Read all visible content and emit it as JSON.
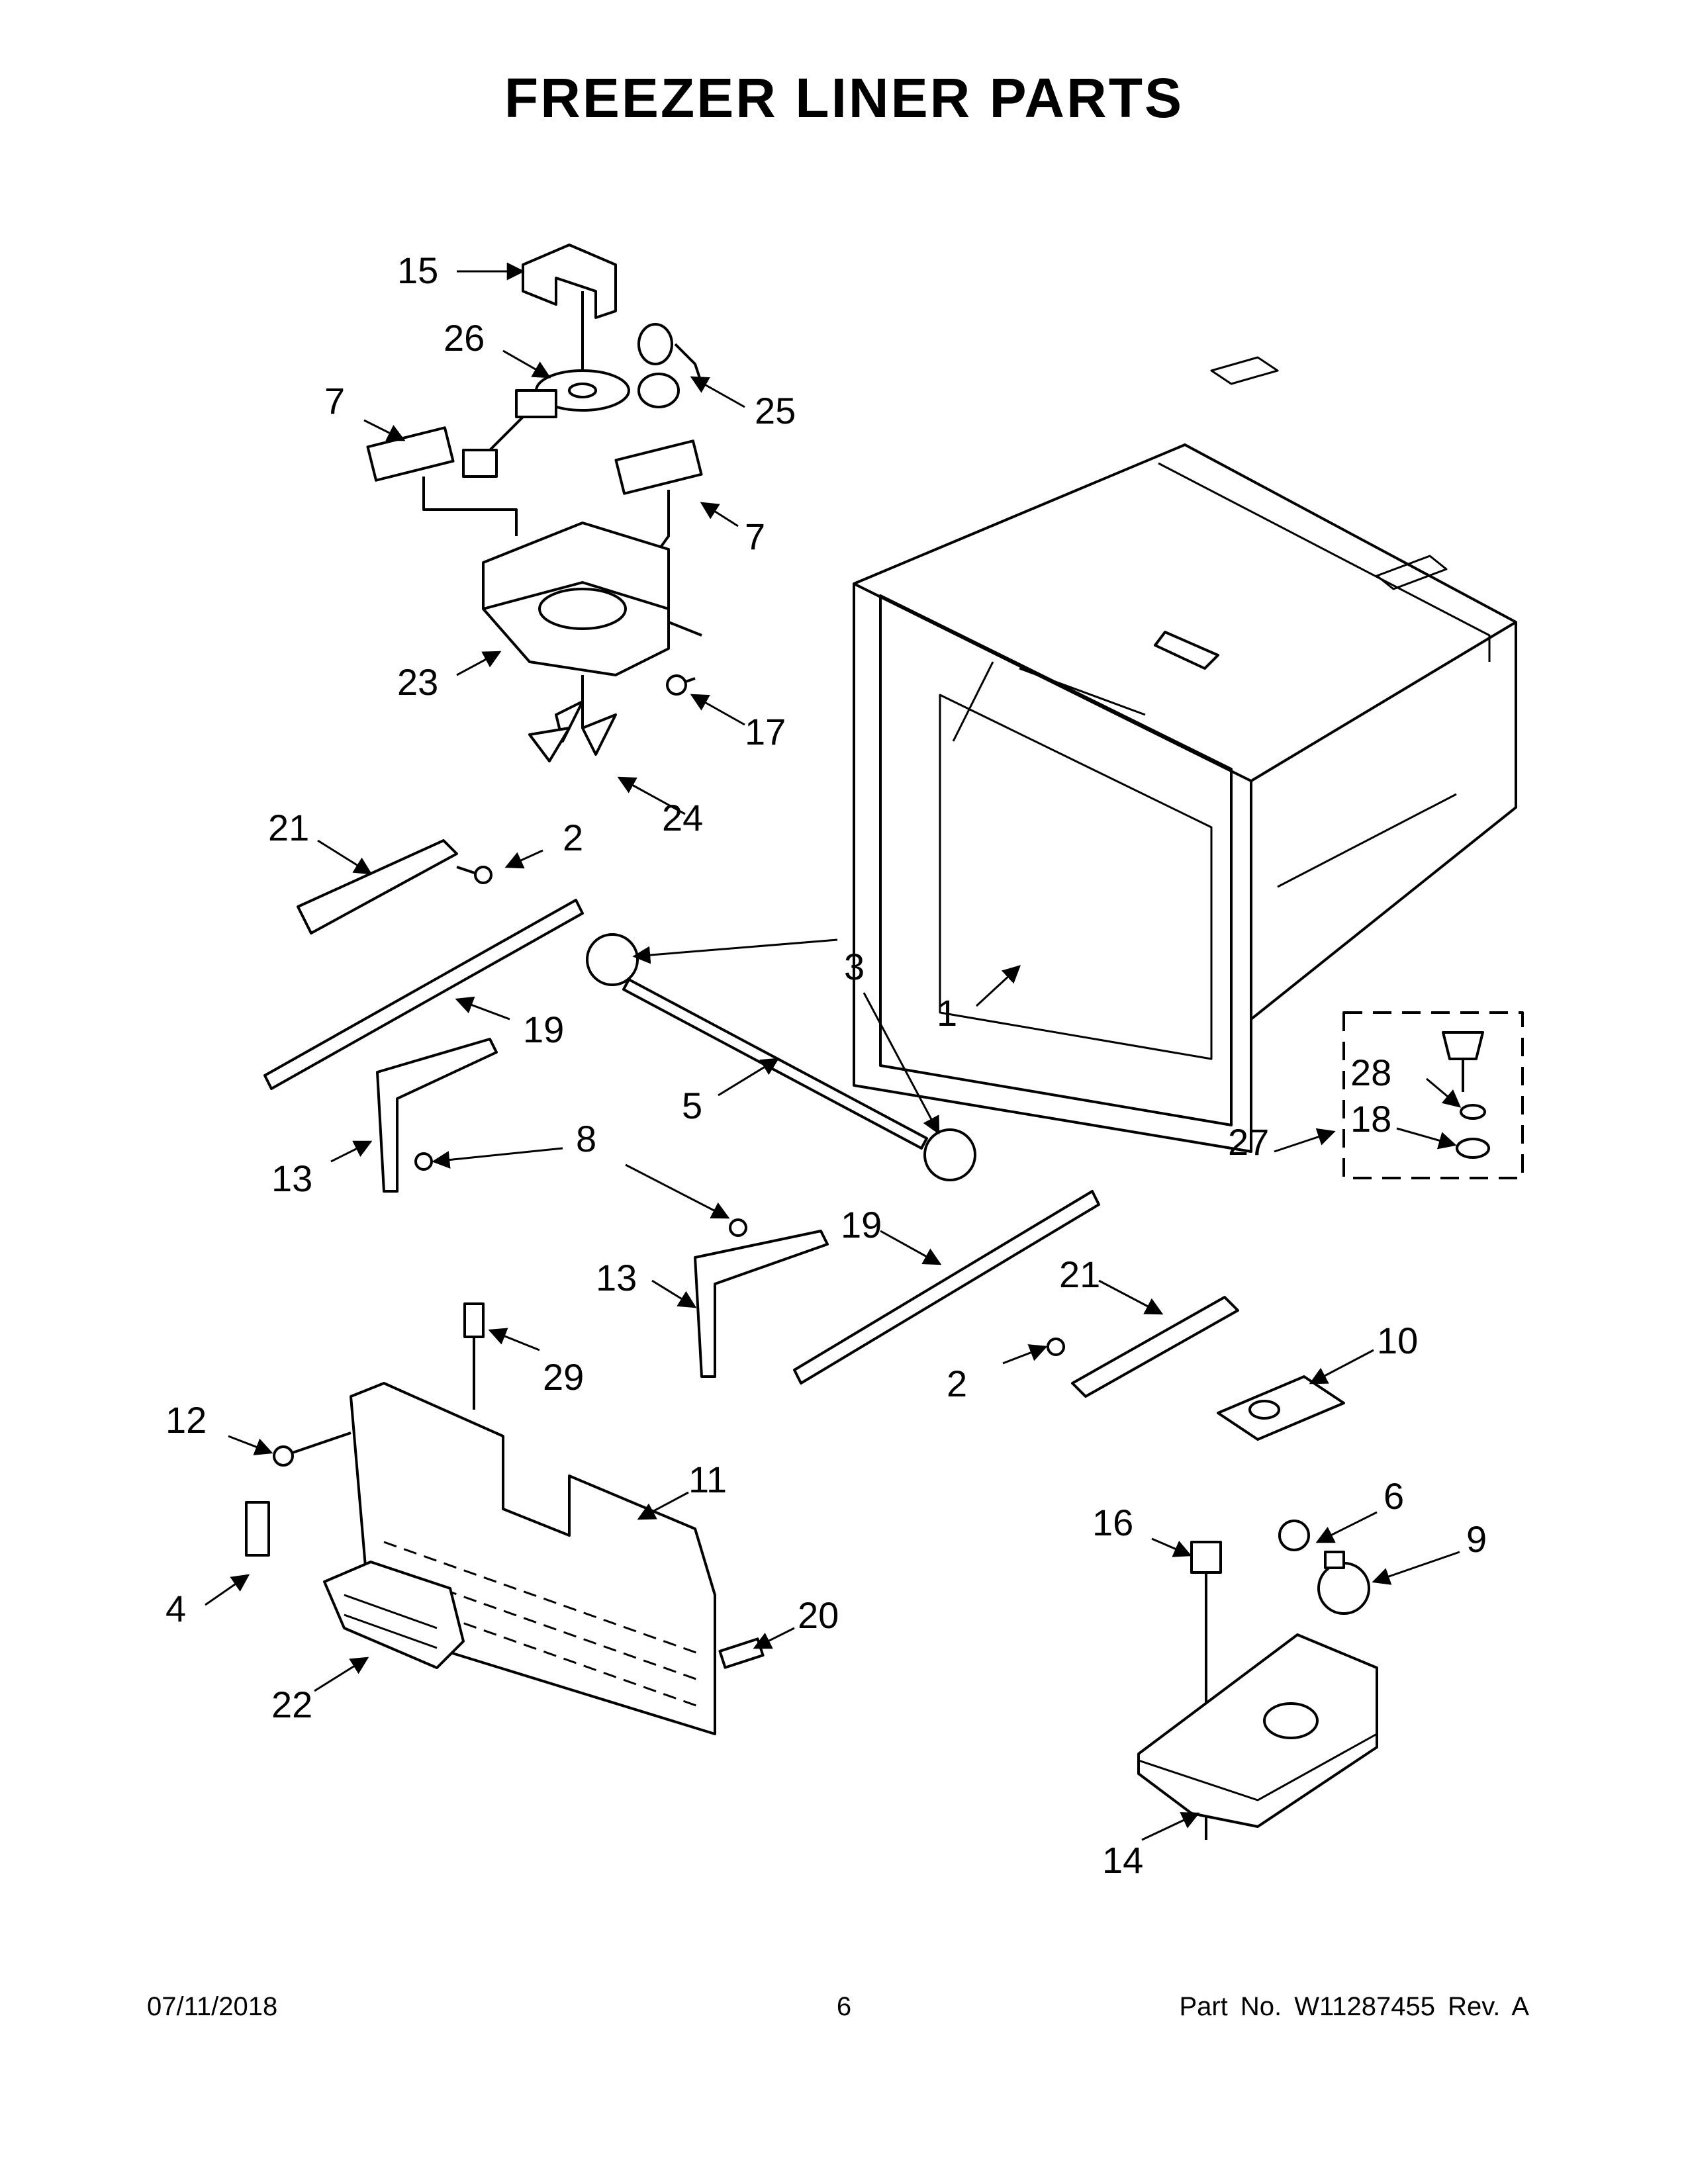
{
  "page": {
    "title": "FREEZER LINER PARTS",
    "footer": {
      "date": "07/11/2018",
      "page_number": "6",
      "part_number": "Part No.  W11287455  Rev.  A"
    }
  },
  "callouts": [
    {
      "id": "c1",
      "label": "1"
    },
    {
      "id": "c2a",
      "label": "2"
    },
    {
      "id": "c2b",
      "label": "2"
    },
    {
      "id": "c3",
      "label": "3"
    },
    {
      "id": "c4",
      "label": "4"
    },
    {
      "id": "c5",
      "label": "5"
    },
    {
      "id": "c6",
      "label": "6"
    },
    {
      "id": "c7a",
      "label": "7"
    },
    {
      "id": "c7b",
      "label": "7"
    },
    {
      "id": "c8",
      "label": "8"
    },
    {
      "id": "c9",
      "label": "9"
    },
    {
      "id": "c10",
      "label": "10"
    },
    {
      "id": "c11",
      "label": "11"
    },
    {
      "id": "c12",
      "label": "12"
    },
    {
      "id": "c13a",
      "label": "13"
    },
    {
      "id": "c13b",
      "label": "13"
    },
    {
      "id": "c14",
      "label": "14"
    },
    {
      "id": "c15",
      "label": "15"
    },
    {
      "id": "c16",
      "label": "16"
    },
    {
      "id": "c17",
      "label": "17"
    },
    {
      "id": "c18",
      "label": "18"
    },
    {
      "id": "c19a",
      "label": "19"
    },
    {
      "id": "c19b",
      "label": "19"
    },
    {
      "id": "c20",
      "label": "20"
    },
    {
      "id": "c21a",
      "label": "21"
    },
    {
      "id": "c21b",
      "label": "21"
    },
    {
      "id": "c22",
      "label": "22"
    },
    {
      "id": "c23",
      "label": "23"
    },
    {
      "id": "c24",
      "label": "24"
    },
    {
      "id": "c25",
      "label": "25"
    },
    {
      "id": "c26",
      "label": "26"
    },
    {
      "id": "c27",
      "label": "27"
    },
    {
      "id": "c28",
      "label": "28"
    },
    {
      "id": "c29",
      "label": "29"
    }
  ]
}
